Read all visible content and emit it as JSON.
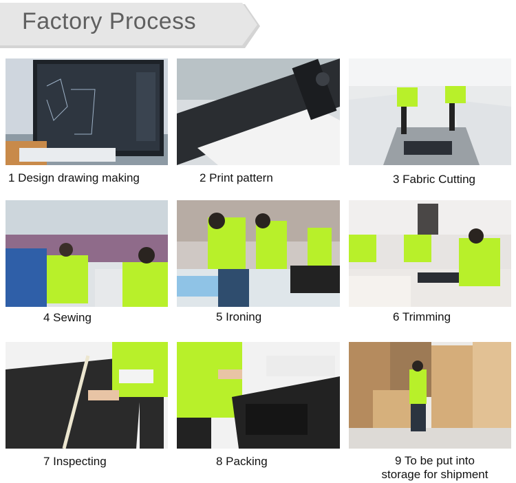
{
  "banner": {
    "title": "Factory Process"
  },
  "colors": {
    "shirt": "#b8f02a",
    "banner": "#e6e6e6",
    "banner_text": "#5f5f5f"
  },
  "steps": [
    {
      "caption": "1  Design drawing making"
    },
    {
      "caption": "2  Print pattern"
    },
    {
      "caption": "3 Fabric Cutting"
    },
    {
      "caption": "4 Sewing"
    },
    {
      "caption": "5 Ironing"
    },
    {
      "caption": "6 Trimming"
    },
    {
      "caption": "7 Inspecting"
    },
    {
      "caption": "8 Packing"
    },
    {
      "caption_line1": "9 To be put into",
      "caption_line2": "storage for shipment"
    }
  ]
}
